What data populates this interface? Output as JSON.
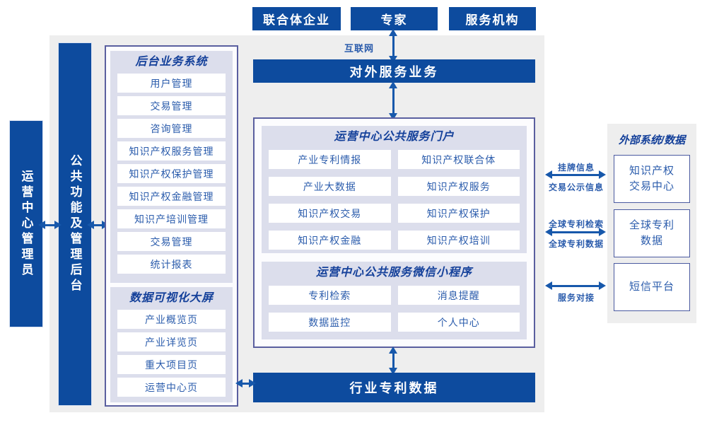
{
  "palette": {
    "primary_blue": "#0d4b9e",
    "arrow_blue": "#1758ab",
    "panel_lavender": "#dcdeec",
    "background_gray": "#eeeeee",
    "box_border_navy": "#5a5f9f",
    "item_text_blue": "#2b5cac",
    "header_text_blue": "#14409a"
  },
  "top_actors": {
    "items": [
      {
        "label": "联合体企业"
      },
      {
        "label": "专家"
      },
      {
        "label": "服务机构"
      }
    ]
  },
  "labels": {
    "internet": "互联网",
    "listing_info": "挂牌信息",
    "trade_publicity_info": "交易公示信息",
    "global_patent_search": "全球专利检索",
    "global_patent_data": "全球专利数据",
    "service_connect": "服务对接"
  },
  "bars": {
    "external_service": "对外服务业务",
    "industry_patent_data": "行业专利数据",
    "operation_admin": "运营中心管理员",
    "common_function_backend": "公共功能及管理后台"
  },
  "backoffice": {
    "title": "后台业务系统",
    "items": [
      "用户管理",
      "交易管理",
      "咨询管理",
      "知识产权服务管理",
      "知识产权保护管理",
      "知识产权金融管理",
      "知识产培训管理",
      "交易管理",
      "统计报表"
    ]
  },
  "dataviz": {
    "title": "数据可视化大屏",
    "items": [
      "产业概览页",
      "产业详览页",
      "重大项目页",
      "运营中心页"
    ]
  },
  "portal": {
    "title": "运营中心公共服务门户",
    "items": [
      "产业专利情报",
      "知识产权联合体",
      "产业大数据",
      "知识产权服务",
      "知识产权交易",
      "知识产权保护",
      "知识产权金融",
      "知识产权培训"
    ]
  },
  "miniprogram": {
    "title": "运营中心公共服务微信小程序",
    "items": [
      "专利检索",
      "消息提醒",
      "数据监控",
      "个人中心"
    ]
  },
  "external_systems": {
    "title": "外部系统/数据",
    "boxes": [
      "知识产权交易中心",
      "全球专利数据",
      "短信平台"
    ]
  }
}
